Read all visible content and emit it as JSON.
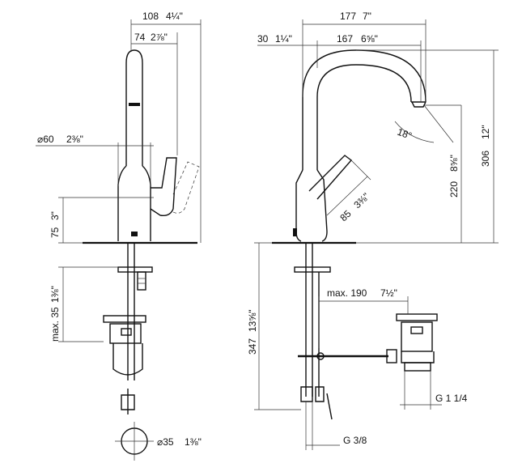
{
  "dimensions": {
    "d108": "108",
    "d108_in": "4¼\"",
    "d74": "74",
    "d74_in": "2⅞\"",
    "d60": "⌀60",
    "d60_in": "2⅜\"",
    "d75": "75",
    "d75_in": "3\"",
    "dmax35": "max. 35",
    "dmax35_in": "1⅜\"",
    "d35": "⌀35",
    "d35_in": "1⅜\"",
    "d177": "177",
    "d177_in": "7\"",
    "d30": "30",
    "d30_in": "1¼\"",
    "d167": "167",
    "d167_in": "6⅝\"",
    "d18": "18°",
    "d306": "306",
    "d306_in": "12\"",
    "d220": "220",
    "d220_in": "8⅝\"",
    "d85": "85",
    "d85_in": "3⅜\"",
    "dmax190": "max. 190",
    "dmax190_in": "7½\"",
    "d347": "347",
    "d347_in": "13⅝\"",
    "g114": "G 1 1/4",
    "g38": "G 3/8"
  }
}
